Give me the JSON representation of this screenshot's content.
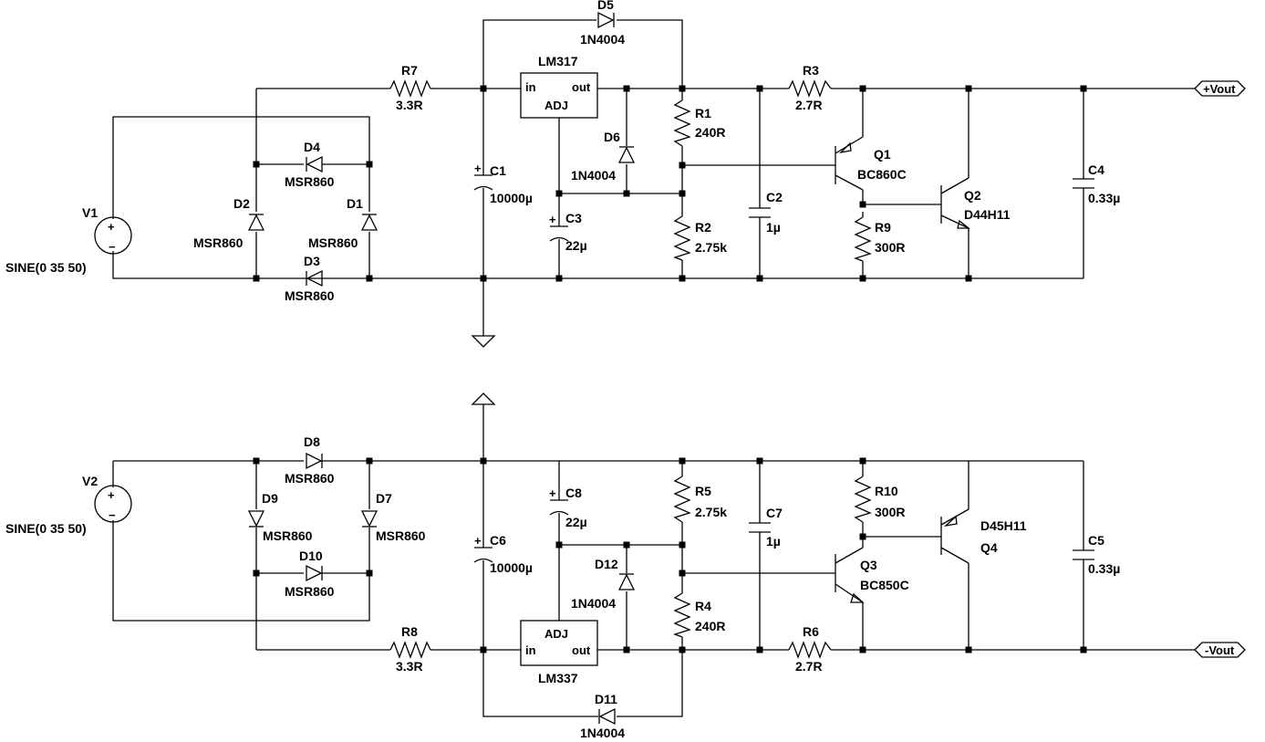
{
  "components": {
    "V1": {
      "ref": "V1",
      "value": "SINE(0 35 50)"
    },
    "V2": {
      "ref": "V2",
      "value": "SINE(0 35 50)"
    },
    "R7": {
      "ref": "R7",
      "value": "3.3R"
    },
    "R8": {
      "ref": "R8",
      "value": "3.3R"
    },
    "D1": {
      "ref": "D1",
      "value": "MSR860"
    },
    "D2": {
      "ref": "D2",
      "value": "MSR860"
    },
    "D3": {
      "ref": "D3",
      "value": "MSR860"
    },
    "D4": {
      "ref": "D4",
      "value": "MSR860"
    },
    "D7": {
      "ref": "D7",
      "value": "MSR860"
    },
    "D8": {
      "ref": "D8",
      "value": "MSR860"
    },
    "D9": {
      "ref": "D9",
      "value": "MSR860"
    },
    "D10": {
      "ref": "D10",
      "value": "MSR860"
    },
    "D5": {
      "ref": "D5",
      "value": "1N4004"
    },
    "D6": {
      "ref": "D6",
      "value": "1N4004"
    },
    "D11": {
      "ref": "D11",
      "value": "1N4004"
    },
    "D12": {
      "ref": "D12",
      "value": "1N4004"
    },
    "C1": {
      "ref": "C1",
      "value": "10000µ"
    },
    "C6": {
      "ref": "C6",
      "value": "10000µ"
    },
    "C3": {
      "ref": "C3",
      "value": "22µ"
    },
    "C8": {
      "ref": "C8",
      "value": "22µ"
    },
    "C2": {
      "ref": "C2",
      "value": "1µ"
    },
    "C7": {
      "ref": "C7",
      "value": "1µ"
    },
    "C4": {
      "ref": "C4",
      "value": "0.33µ"
    },
    "C5": {
      "ref": "C5",
      "value": "0.33µ"
    },
    "U1": {
      "ref": "LM317",
      "pin_in": "in",
      "pin_out": "out",
      "pin_adj": "ADJ"
    },
    "U2": {
      "ref": "LM337",
      "pin_in": "in",
      "pin_out": "out",
      "pin_adj": "ADJ"
    },
    "R1": {
      "ref": "R1",
      "value": "240R"
    },
    "R2": {
      "ref": "R2",
      "value": "2.75k"
    },
    "R4": {
      "ref": "R4",
      "value": "240R"
    },
    "R5": {
      "ref": "R5",
      "value": "2.75k"
    },
    "R3": {
      "ref": "R3",
      "value": "2.7R"
    },
    "R6": {
      "ref": "R6",
      "value": "2.7R"
    },
    "R9": {
      "ref": "R9",
      "value": "300R"
    },
    "R10": {
      "ref": "R10",
      "value": "300R"
    },
    "Q1": {
      "ref": "Q1",
      "value": "BC860C"
    },
    "Q2": {
      "ref": "Q2",
      "value": "D44H11"
    },
    "Q3": {
      "ref": "Q3",
      "value": "BC850C"
    },
    "Q4": {
      "ref": "Q4",
      "value": "D45H11"
    }
  },
  "ports": {
    "pos": "+Vout",
    "neg": "-Vout"
  },
  "vsrc_pos_sign": "+",
  "vsrc_neg_sign": "−",
  "cap_pos_sign": "+"
}
